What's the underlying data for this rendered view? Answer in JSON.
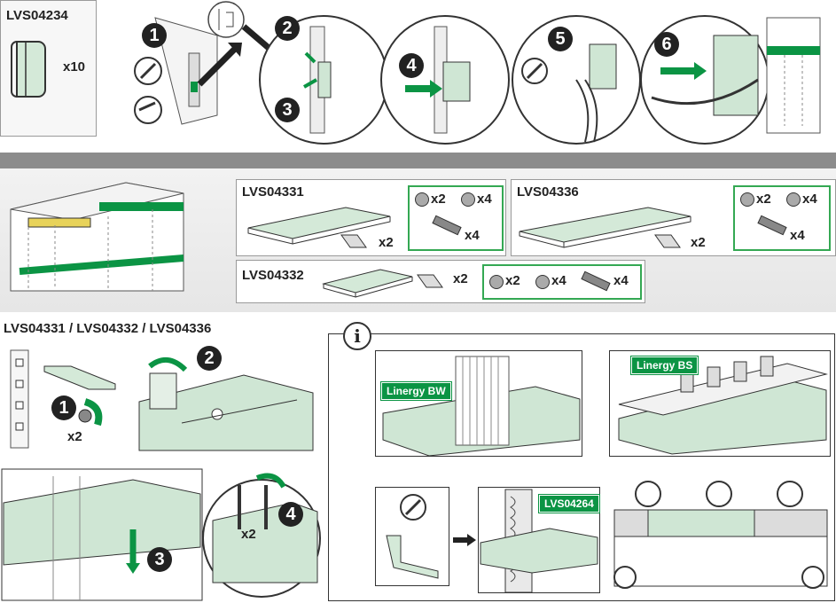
{
  "top": {
    "part_ref": "LVS04234",
    "part_qty": "x10",
    "steps": [
      "1",
      "2",
      "3",
      "4",
      "5",
      "6"
    ]
  },
  "accessories": {
    "a": {
      "ref": "LVS04331",
      "bracket_qty": "x2",
      "hw": [
        "x2",
        "x4",
        "x4"
      ]
    },
    "b": {
      "ref": "LVS04336",
      "bracket_qty": "x2",
      "hw": [
        "x2",
        "x4",
        "x4"
      ]
    },
    "c": {
      "ref": "LVS04332",
      "bracket_qty": "x2",
      "hw": [
        "x2",
        "x4",
        "x4"
      ]
    }
  },
  "install": {
    "heading": "LVS04331 / LVS04332 / LVS04336",
    "steps": [
      "1",
      "2",
      "3",
      "4"
    ],
    "qty_screw": "x2",
    "qty_bolt": "x2"
  },
  "info": {
    "icon": "i",
    "linergy_bw": "Linergy BW",
    "linergy_bs": "Linergy BS",
    "lvs04264": "LVS04264"
  },
  "colors": {
    "accent": "#0b9444",
    "panel": "#cfe6d4",
    "gray": "#8c8c8c"
  }
}
